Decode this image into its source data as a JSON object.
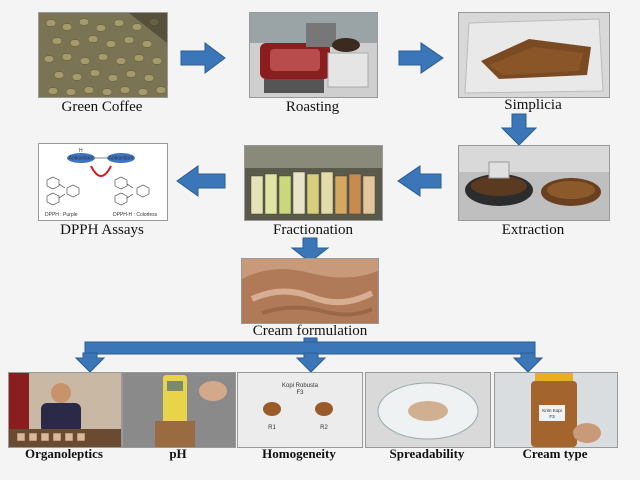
{
  "steps": {
    "green_coffee": "Green Coffee",
    "roasting": "Roasting",
    "simplicia": "Simplicia",
    "extraction": "Extraction",
    "fractionation": "Fractionation",
    "dpph_assays": "DPPH Assays",
    "cream_formulation": "Cream formulation"
  },
  "tests": {
    "organoleptics": "Organoleptics",
    "ph": "pH",
    "homogeneity": "Homogeneity",
    "spreadability": "Spreadability",
    "cream_type": "Cream type"
  },
  "dpph_panel": {
    "antioxidant_1": "Antioxidant",
    "antioxidant_2": "Antioxidant",
    "left_caption": "DPPH : Purple",
    "right_caption": "DPPH-H : Colorless"
  },
  "homogeneity_panel": {
    "title_line1": "Kopi Robusta",
    "title_line2": "F3",
    "r1": "R1",
    "r2": "R2"
  },
  "cream_jar": {
    "label_line1": "Krim Kopi",
    "label_line2": "F3"
  },
  "colors": {
    "arrow": "#3a76b8",
    "arrow_stroke": "#2a5c93"
  }
}
